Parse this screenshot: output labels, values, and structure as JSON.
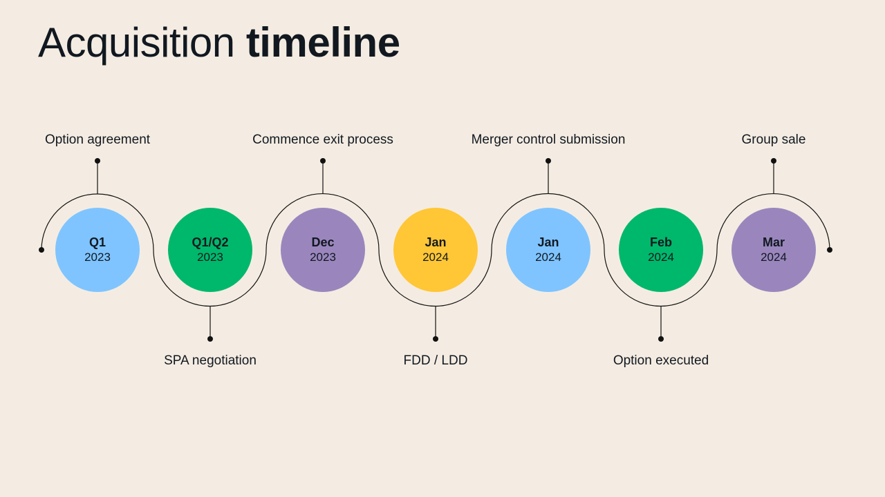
{
  "title": {
    "regular": "Acquisition",
    "bold": "timeline"
  },
  "colors": {
    "background": "#f4ece2",
    "text": "#111820",
    "line": "#111111",
    "blue": "#7fc4ff",
    "green": "#00b86b",
    "purple": "#9a86bd",
    "yellow": "#ffc636"
  },
  "milestones": [
    {
      "period": "Q1",
      "year": "2023",
      "color": "#7fc4ff",
      "label": "Option agreement",
      "label_side": "top"
    },
    {
      "period": "Q1/Q2",
      "year": "2023",
      "color": "#00b86b",
      "label": "SPA negotiation",
      "label_side": "bottom"
    },
    {
      "period": "Dec",
      "year": "2023",
      "color": "#9a86bd",
      "label": "Commence exit process",
      "label_side": "top"
    },
    {
      "period": "Jan",
      "year": "2024",
      "color": "#ffc636",
      "label": "FDD / LDD",
      "label_side": "bottom"
    },
    {
      "period": "Jan",
      "year": "2024",
      "color": "#7fc4ff",
      "label": "Merger control submission",
      "label_side": "top"
    },
    {
      "period": "Feb",
      "year": "2024",
      "color": "#00b86b",
      "label": "Option executed",
      "label_side": "bottom"
    },
    {
      "period": "Mar",
      "year": "2024",
      "color": "#9a86bd",
      "label": "Group sale",
      "label_side": "top"
    }
  ]
}
